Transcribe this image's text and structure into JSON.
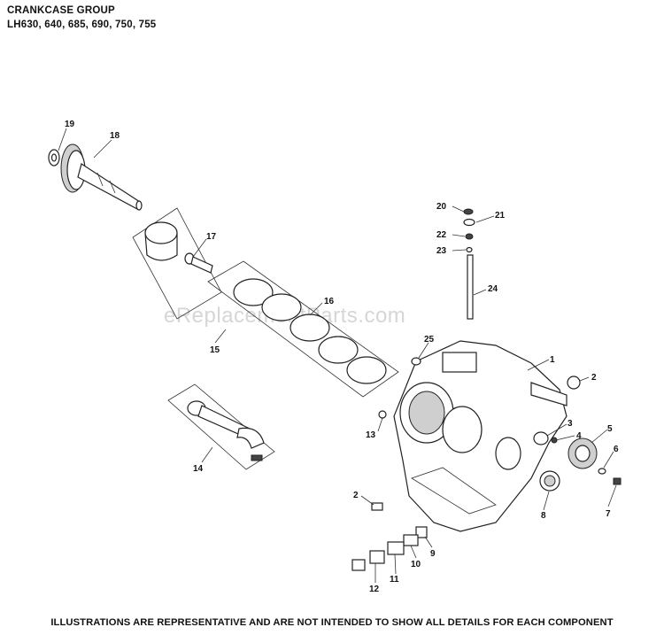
{
  "header": {
    "title": "CRANKCASE GROUP",
    "models": "LH630, 640, 685, 690, 750, 755"
  },
  "watermark": "eReplacementParts.com",
  "footer": "ILLUSTRATIONS ARE REPRESENTATIVE AND ARE NOT INTENDED TO SHOW ALL DETAILS FOR EACH COMPONENT",
  "callouts": [
    "1",
    "2",
    "3",
    "4",
    "5",
    "6",
    "7",
    "8",
    "9",
    "10",
    "11",
    "12",
    "13",
    "14",
    "15",
    "16",
    "17",
    "18",
    "19",
    "20",
    "21",
    "22",
    "23",
    "24",
    "25",
    "2"
  ]
}
